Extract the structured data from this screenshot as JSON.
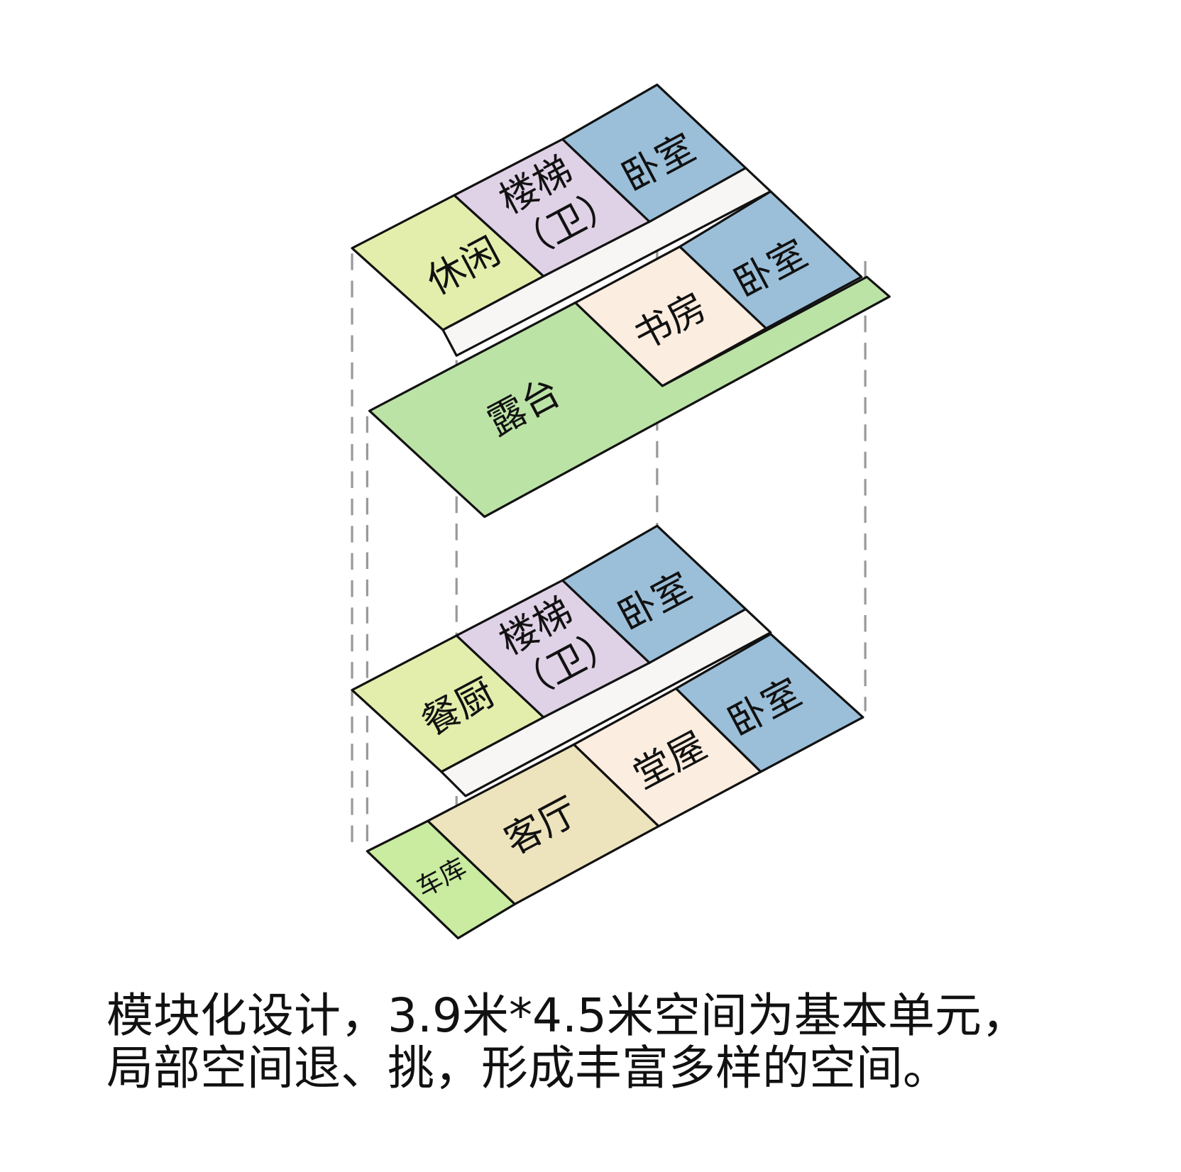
{
  "colors": {
    "leisure": "#e3eeac",
    "stair": "#dfd1e6",
    "bedroom": "#9bbfd9",
    "corridor": "#f7f6f4",
    "terrace": "#bce3a6",
    "study": "#fbeddf",
    "living": "#ede4bd",
    "garage": "#c9eca0"
  },
  "upper_floor": {
    "leisure": "休闲",
    "stair": "楼梯",
    "stair_sub": "（卫）",
    "bedroom_back": "卧室",
    "study": "书房",
    "bedroom_front": "卧室",
    "terrace": "露台"
  },
  "lower_floor": {
    "kitchen": "餐厨",
    "stair": "楼梯",
    "stair_sub": "（卫）",
    "bedroom_back": "卧室",
    "hall": "堂屋",
    "bedroom_front": "卧室",
    "living": "客厅",
    "garage": "车库"
  },
  "caption": {
    "line1": "模块化设计，3.9米*4.5米空间为基本单元，",
    "line2": "局部空间退、挑，形成丰富多样的空间。"
  }
}
